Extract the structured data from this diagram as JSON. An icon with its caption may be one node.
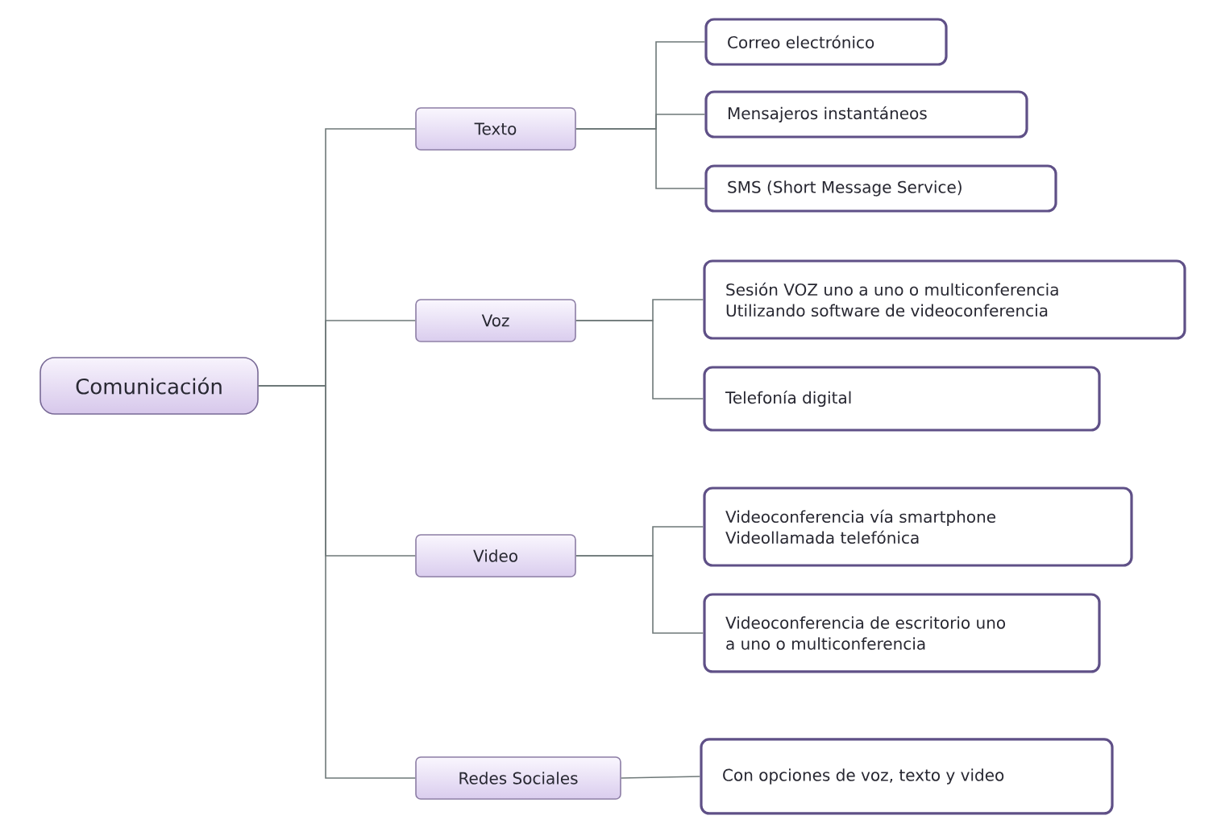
{
  "diagram": {
    "nodes": [
      {
        "text": [
          "Comunicación"
        ]
      },
      {
        "text": [
          "Texto"
        ]
      },
      {
        "text": [
          "Voz"
        ]
      },
      {
        "text": [
          "Video"
        ]
      },
      {
        "text": [
          "Redes Sociales"
        ]
      },
      {
        "text": [
          "Correo electrónico"
        ]
      },
      {
        "text": [
          "Mensajeros instantáneos"
        ]
      },
      {
        "text": [
          "SMS (Short Message Service)"
        ]
      },
      {
        "text": [
          "Sesión VOZ uno a uno o multiconferencia Utilizando software de videoconferencia"
        ]
      },
      {
        "text": [
          "Telefonía digital"
        ]
      },
      {
        "text": [
          "Videoconferencia vía smartphone Videollamada telefónica"
        ]
      },
      {
        "text": [
          "Videoconferencia de escritorio uno a uno o multiconferencia"
        ]
      },
      {
        "text": [
          "Con opciones de voz, texto y video"
        ]
      }
    ],
    "edges": [
      {
        "from": 0,
        "to": 1,
        "arrow": "none"
      },
      {
        "from": 0,
        "to": 2,
        "arrow": "none"
      },
      {
        "from": 0,
        "to": 3,
        "arrow": "none"
      },
      {
        "from": 0,
        "to": 4,
        "arrow": "none"
      },
      {
        "from": 1,
        "to": 5,
        "arrow": "none"
      },
      {
        "from": 1,
        "to": 6,
        "arrow": "none"
      },
      {
        "from": 1,
        "to": 7,
        "arrow": "none"
      },
      {
        "from": 2,
        "to": 8,
        "arrow": "none"
      },
      {
        "from": 2,
        "to": 9,
        "arrow": "none"
      },
      {
        "from": 3,
        "to": 10,
        "arrow": "none"
      },
      {
        "from": 3,
        "to": 11,
        "arrow": "none"
      },
      {
        "from": 4,
        "to": 12,
        "arrow": "none"
      }
    ]
  }
}
